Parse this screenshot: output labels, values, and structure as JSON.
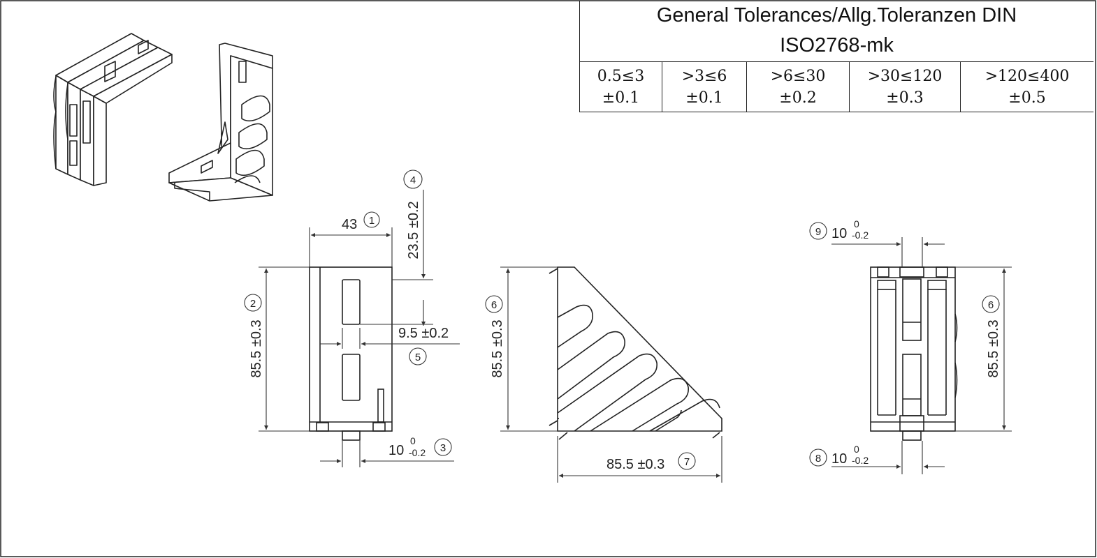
{
  "tolerance_table": {
    "title_line1": "General Tolerances/Allg.Toleranzen DIN",
    "title_line2": "ISO2768-mk",
    "columns": [
      {
        "range": "0.5≤3",
        "tol": "±0.1"
      },
      {
        "range": ">3≤6",
        "tol": "±0.1"
      },
      {
        "range": ">6≤30",
        "tol": "±0.2"
      },
      {
        "range": ">30≤120",
        "tol": "±0.3"
      },
      {
        "range": ">120≤400",
        "tol": "±0.5"
      }
    ]
  },
  "dimensions": {
    "d1": {
      "marker": "1",
      "value": "43"
    },
    "d2": {
      "marker": "2",
      "value": "85.5 ±0.3"
    },
    "d3": {
      "marker": "3",
      "value": "10",
      "upper": "0",
      "lower": "-0.2"
    },
    "d4": {
      "marker": "4",
      "value": "23.5 ±0.2"
    },
    "d5": {
      "marker": "5",
      "value": "9.5 ±0.2"
    },
    "d6_side": {
      "marker": "6",
      "value": "85.5 ±0.3"
    },
    "d6_back": {
      "marker": "6",
      "value": "85.5 ±0.3"
    },
    "d7": {
      "marker": "7",
      "value": "85.5 ±0.3"
    },
    "d8": {
      "marker": "8",
      "value": "10",
      "upper": "0",
      "lower": "-0.2"
    },
    "d9": {
      "marker": "9",
      "value": "10",
      "upper": "0",
      "lower": "-0.2"
    }
  }
}
